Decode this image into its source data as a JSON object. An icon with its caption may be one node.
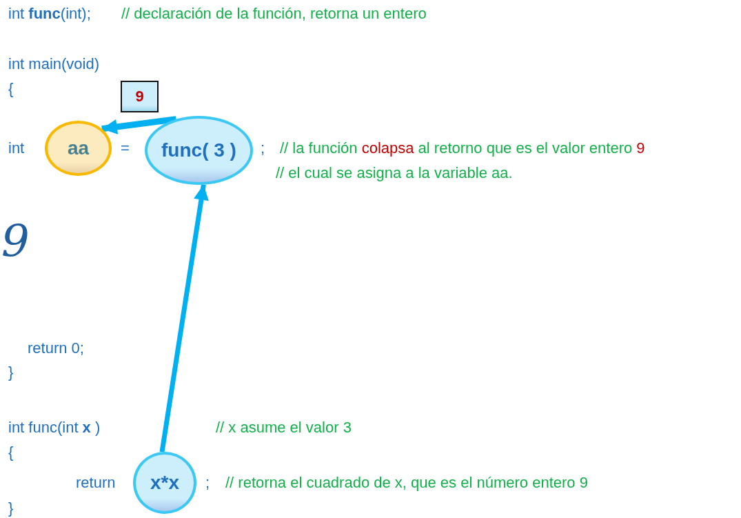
{
  "diagram": {
    "nodes": [
      {
        "text": [
          "9"
        ]
      },
      {
        "text": [
          "aa"
        ]
      },
      {
        "text": [
          "func( 3 )"
        ]
      },
      {
        "text": [
          "x*x"
        ]
      }
    ],
    "edges": [
      {
        "from": 3,
        "to": 2,
        "arrow": "to"
      },
      {
        "from": 2,
        "to": 1,
        "arrow": "to"
      }
    ],
    "labels": [
      "int  **func**(int);",
      "// declaración de la función, retorna un  entero",
      "int main(void)",
      "{",
      "int",
      "=",
      ";",
      "// la función **colapsa** al retorno que es el valor entero **9**",
      "// el cual se asigna a la variable aa.",
      "9",
      "return 0;",
      "}",
      "int func(int  **x** )",
      "// x asume el valor 3",
      "{",
      "return",
      ";",
      "// retorna el cuadrado de x, que es el número entero 9",
      "}"
    ]
  }
}
